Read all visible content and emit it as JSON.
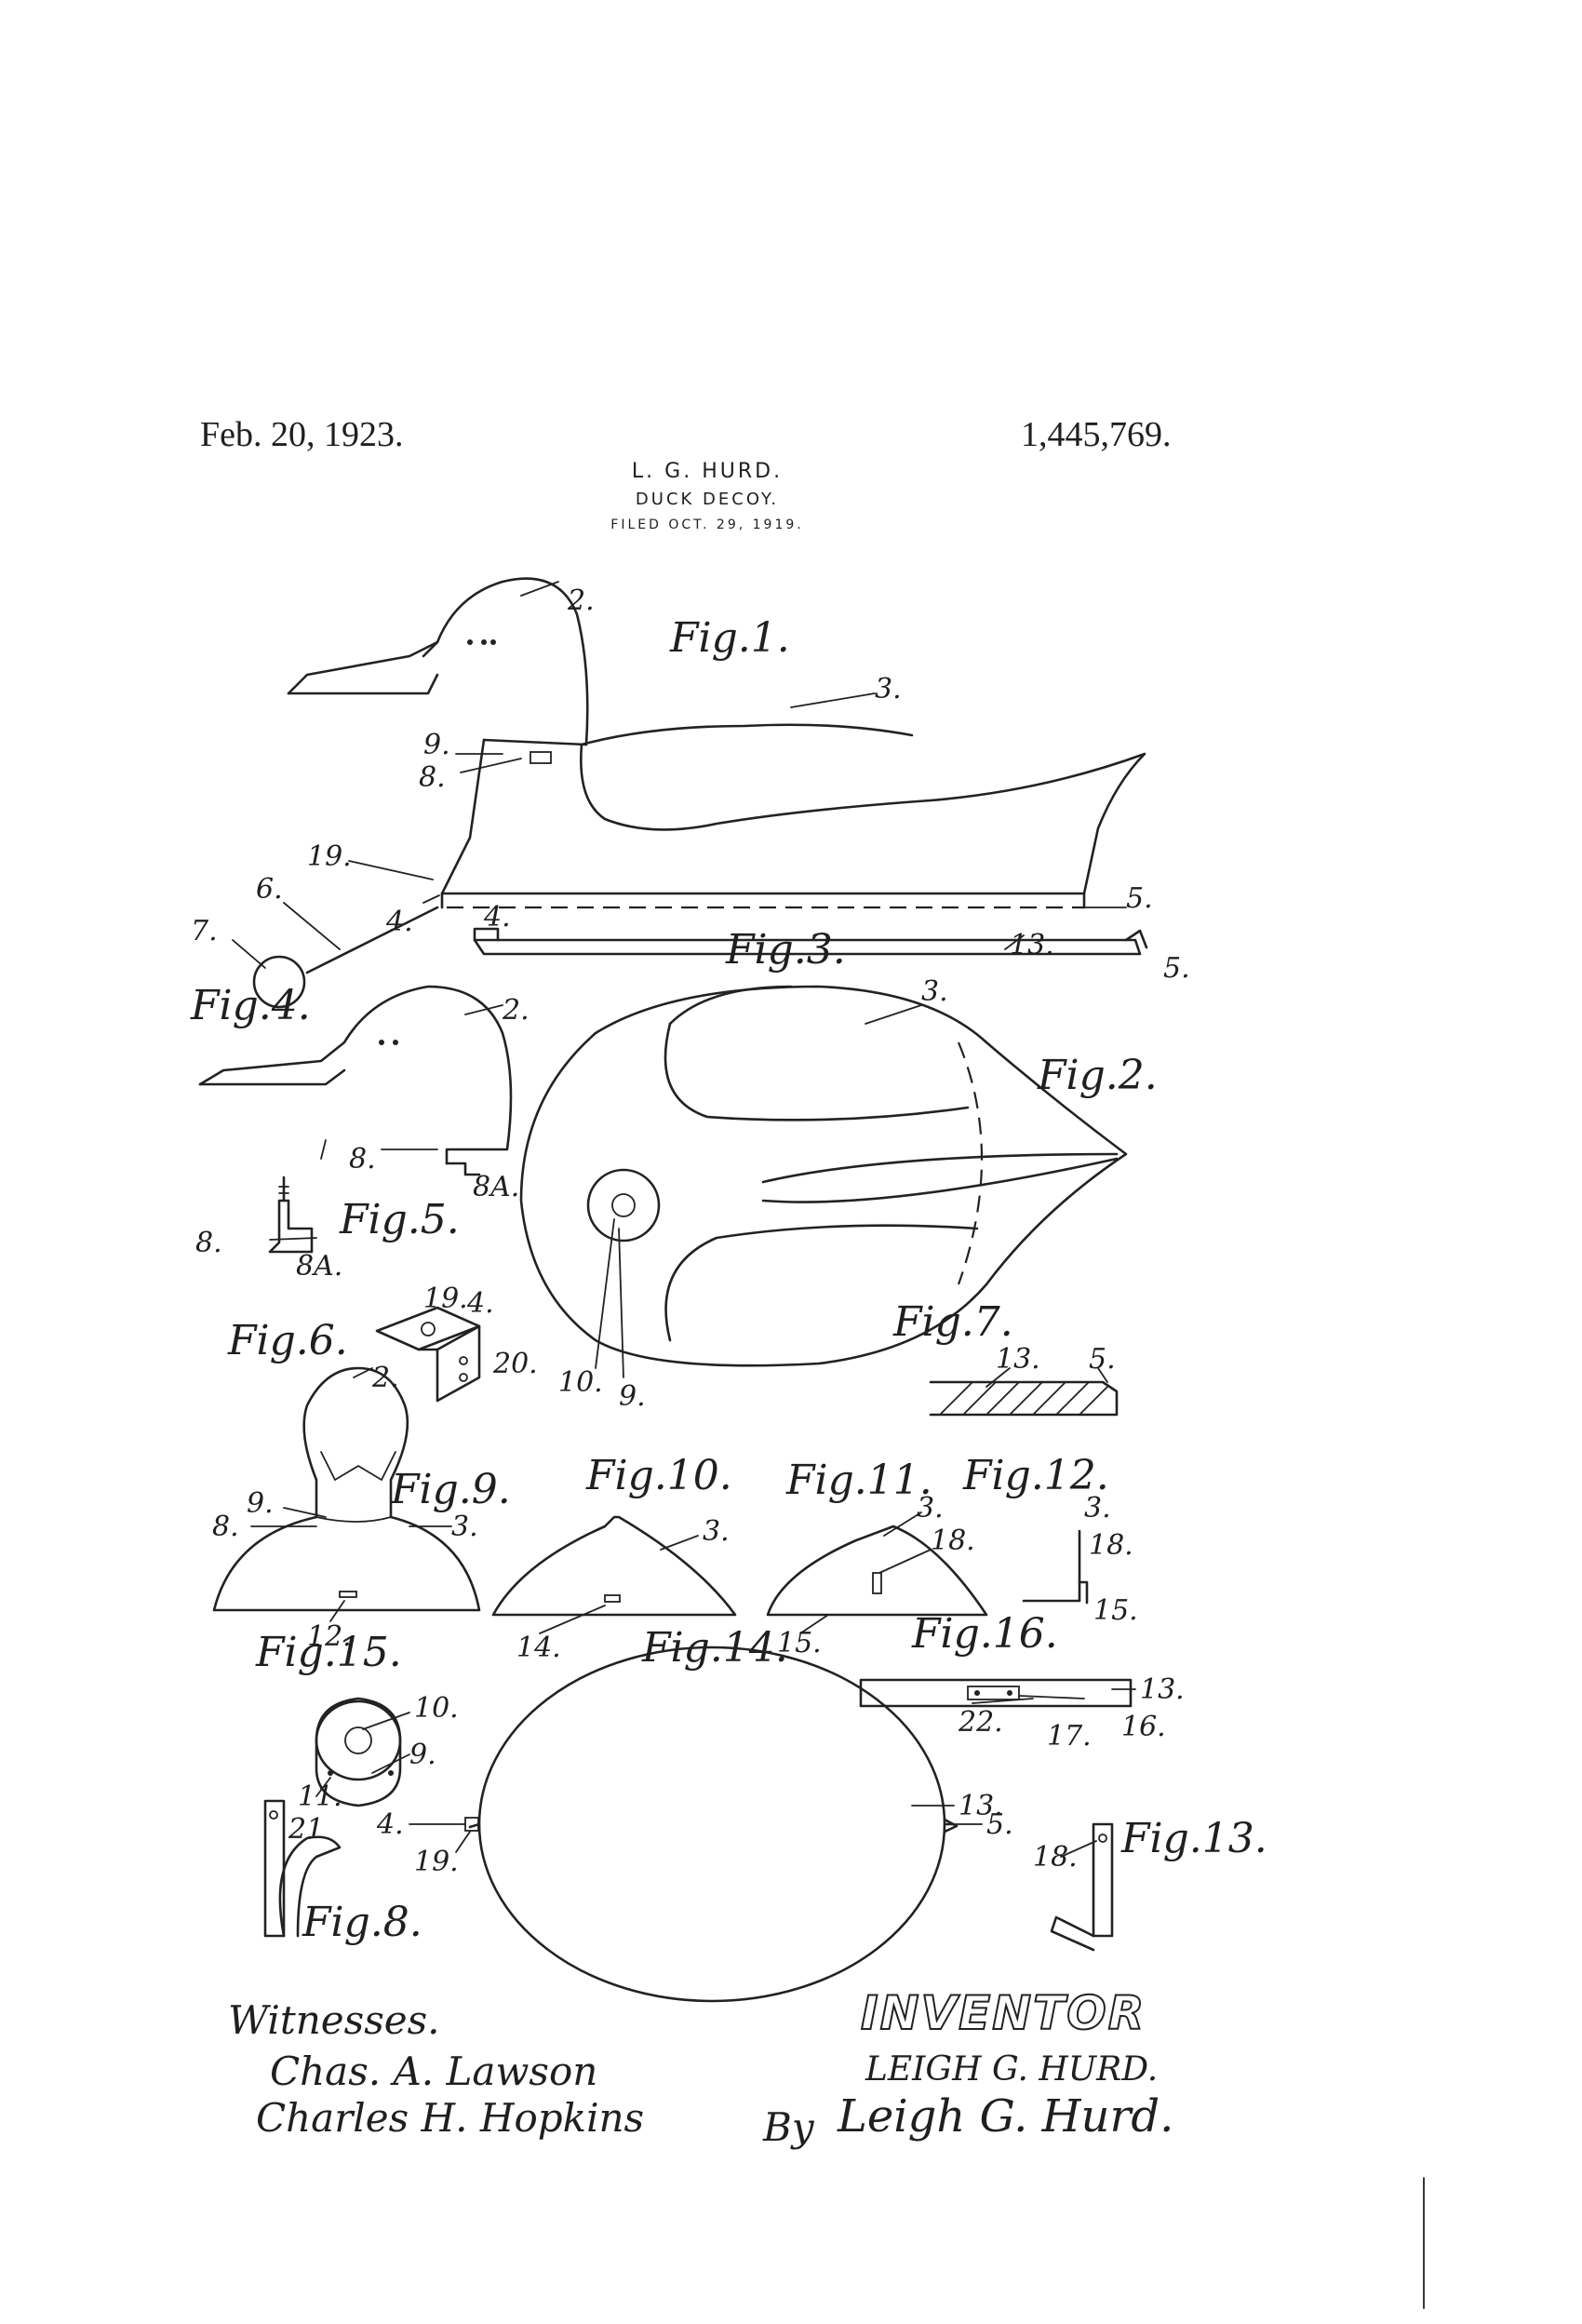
{
  "header": {
    "date": "Feb. 20, 1923.",
    "patent_number": "1,445,769.",
    "inventor_name": "L. G. HURD.",
    "title": "DUCK DECOY.",
    "filed": "FILED OCT. 29, 1919."
  },
  "figure_labels": {
    "fig1": "Fig.1.",
    "fig2": "Fig.2.",
    "fig3": "Fig.3.",
    "fig4": "Fig.4.",
    "fig5": "Fig.5.",
    "fig6": "Fig.6.",
    "fig7": "Fig.7.",
    "fig8": "Fig.8.",
    "fig9": "Fig.9.",
    "fig10": "Fig.10.",
    "fig11": "Fig.11.",
    "fig12": "Fig.12.",
    "fig13": "Fig.13.",
    "fig14": "Fig.14.",
    "fig15": "Fig.15.",
    "fig16": "Fig.16."
  },
  "ref_numbers": {
    "n2": "2.",
    "n3": "3.",
    "n4": "4.",
    "n5": "5.",
    "n6": "6.",
    "n7": "7.",
    "n8": "8.",
    "n8a": "8A.",
    "n9": "9.",
    "n10": "10.",
    "n11": "11.",
    "n12": "12.",
    "n13": "13.",
    "n14": "14.",
    "n15": "15.",
    "n16": "16.",
    "n17": "17.",
    "n18": "18.",
    "n19": "19.",
    "n20": "20.",
    "n21": "21",
    "n22": "22."
  },
  "signatures": {
    "witnesses_label": "Witnesses.",
    "witness1": "Chas. A. Lawson",
    "witness2": "Charles H. Hopkins",
    "inventor_label": "INVENTOR",
    "inventor_printed": "LEIGH G. HURD.",
    "by_label": "By",
    "inventor_signature": "Leigh G. Hurd."
  }
}
